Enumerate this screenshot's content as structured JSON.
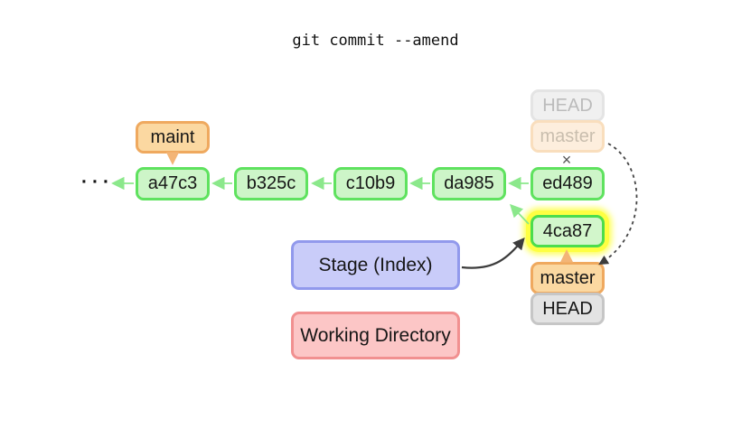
{
  "title": "git commit --amend",
  "graph": {
    "ellipsis": "···",
    "commits": [
      {
        "id": "a47c3"
      },
      {
        "id": "b325c"
      },
      {
        "id": "c10b9"
      },
      {
        "id": "da985"
      },
      {
        "id": "ed489"
      }
    ],
    "maint_branch": "maint",
    "old_pointers": {
      "head": "HEAD",
      "master": "master",
      "cross": "×"
    },
    "new_commit": "4ca87",
    "new_pointers": {
      "master": "master",
      "head": "HEAD"
    }
  },
  "areas": {
    "stage": "Stage (Index)",
    "working_directory": "Working Directory"
  },
  "colors": {
    "commit_fill": "#cdf5c8",
    "commit_border": "#5fe25f",
    "highlight_yellow": "#feff42",
    "branch_fill": "#fbd8a1",
    "branch_border": "#efa95f",
    "head_fill": "#e3e3e3",
    "head_border": "#c6c6c6",
    "faded_head_fill": "#f0f0f0",
    "faded_master_fill": "#fdeedd",
    "stage_fill": "#c9ccf9",
    "stage_border": "#9199ec",
    "working_dir_fill": "#fcc6c6",
    "working_dir_border": "#f19090",
    "arrow_green": "#8be88b",
    "arrow_orange": "#f3b577",
    "arrow_dark": "#3c3c3c"
  }
}
